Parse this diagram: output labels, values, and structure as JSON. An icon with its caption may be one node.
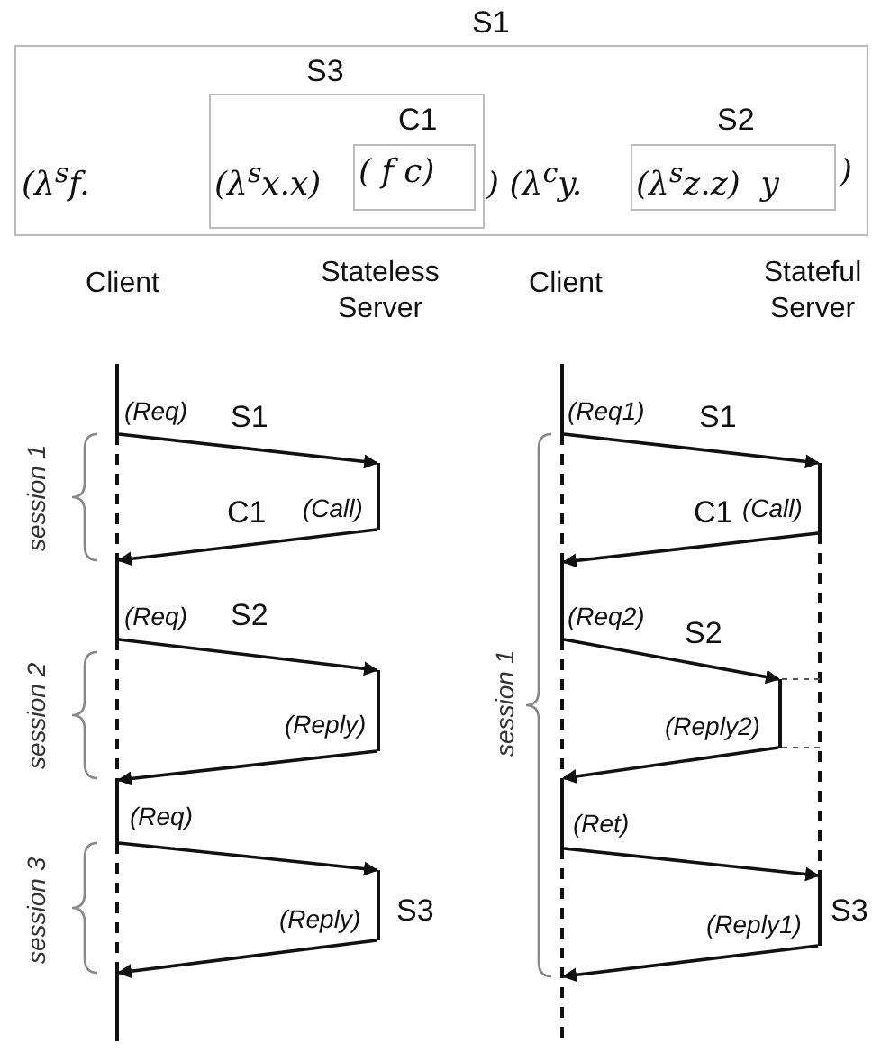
{
  "diagram": {
    "nodes": [
      {
        "text": [
          "S1",
          "(λ$^{s}$f.",
          ") (λ$^{c}$y.",
          ")"
        ]
      },
      {
        "text": [
          "S3",
          "(λ$^{s}$x.x)"
        ],
        "in": 0
      },
      {
        "text": [
          "C1",
          "( f c)"
        ],
        "in": 1
      },
      {
        "text": [
          "S2",
          "(λ$^{s}$z.z)  y"
        ],
        "in": 0
      },
      {
        "text": [
          "Client"
        ]
      },
      {
        "text": [
          "Stateless Server"
        ]
      },
      {
        "text": [
          "Client"
        ]
      },
      {
        "text": [
          "Stateful Server"
        ]
      }
    ],
    "edges": [
      {
        "from": 4,
        "to": 5,
        "arrow": "to",
        "label": "S1"
      },
      {
        "from": 5,
        "to": 4,
        "arrow": "to",
        "label": "C1"
      },
      {
        "from": 4,
        "to": 5,
        "arrow": "to",
        "label": "S2"
      },
      {
        "from": 5,
        "to": 4,
        "arrow": "to"
      },
      {
        "from": 4,
        "to": 5,
        "arrow": "to"
      },
      {
        "from": 5,
        "to": 4,
        "arrow": "to"
      },
      {
        "from": 6,
        "to": 7,
        "arrow": "to",
        "label": "S1"
      },
      {
        "from": 7,
        "to": 6,
        "arrow": "to",
        "label": "C1"
      },
      {
        "from": 6,
        "to": 7,
        "arrow": "to",
        "label": "S2"
      },
      {
        "from": 7,
        "to": 6,
        "arrow": "to"
      },
      {
        "from": 6,
        "to": 7,
        "arrow": "to"
      },
      {
        "from": 7,
        "to": 6,
        "arrow": "to"
      }
    ],
    "labels": [
      "(Req)",
      "(Call)",
      "session 1",
      "(Req)",
      "(Reply)",
      "session 2",
      "(Req)",
      "S3",
      "(Reply)",
      "session 3",
      "(Req1)",
      "(Call)",
      "session 1",
      "(Req2)",
      "(Reply2)",
      "(Ret)",
      "S3",
      "(Reply1)"
    ]
  }
}
